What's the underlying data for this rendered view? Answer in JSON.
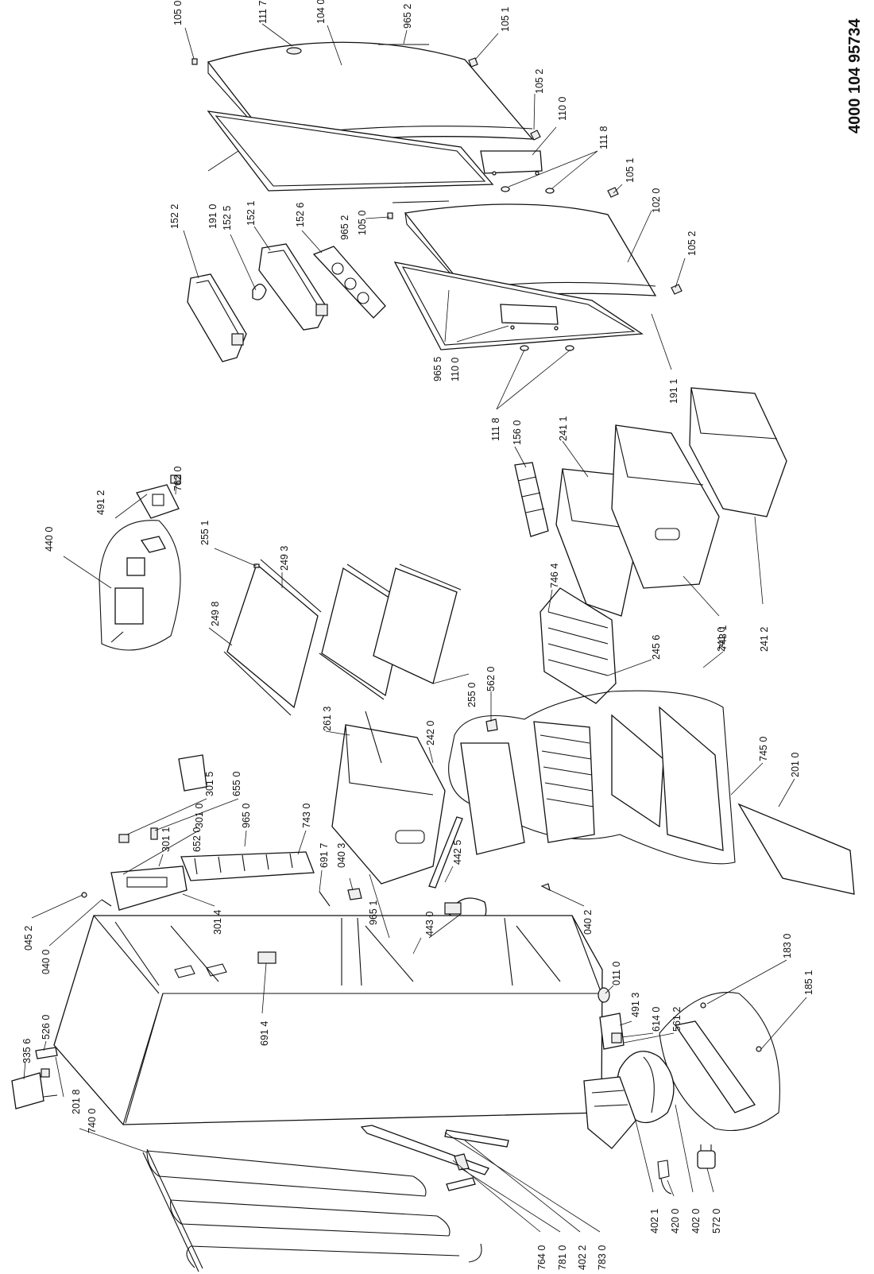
{
  "document_code": "4000 104 95734",
  "labels": {
    "l1050a": "105 0",
    "l1117": "111 7",
    "l1040": "104 0",
    "l9652a": "965 2",
    "l1051a": "105 1",
    "l1052a": "105 2",
    "l1100a": "110 0",
    "l1118a": "111 8",
    "l1910": "191 0",
    "l1051b": "105 1",
    "l1522": "152 2",
    "l1525": "152 5",
    "l1521": "152 1",
    "l1526": "152 6",
    "l9652b": "965 2",
    "l1050b": "105 0",
    "l1020": "102 0",
    "l1052b": "105 2",
    "l9655": "965 5",
    "l1100b": "110 0",
    "l1911": "191 1",
    "l1118b": "111 8",
    "l1560": "156 0",
    "l2411": "241 1",
    "l7620": "762 0",
    "l4912": "491 2",
    "l4400": "440 0",
    "l2551": "255 1",
    "l2493": "249 3",
    "l2498": "249 8",
    "l7464": "746 4",
    "l2456": "245 6",
    "l2410": "241 0",
    "l2412": "241 2",
    "l7431": "743 1",
    "l2550": "255 0",
    "l5620": "562 0",
    "l2613": "261 3",
    "l2420": "242 0",
    "l7450": "745 0",
    "l2010": "201 0",
    "l3010": "301 0",
    "l3015": "301 5",
    "l6550": "655 0",
    "l3011": "301 1",
    "l6520": "652 0",
    "l9650": "965 0",
    "l7430": "743 0",
    "l6917": "691 7",
    "l0403": "040 3",
    "l4425": "442 5",
    "l4430": "443 0",
    "l9651": "965 1",
    "l0452": "045 2",
    "l0400": "040 0",
    "l3014": "301 4",
    "l6914": "691 4",
    "l0402": "040 2",
    "l0110": "011 0",
    "l4913": "491 3",
    "l6140": "614 0",
    "l5612": "561 2",
    "l1830": "183 0",
    "l1851": "185 1",
    "l3356": "335 6",
    "l5260": "526 0",
    "l2018": "201 8",
    "l7400": "740 0",
    "l7640": "764 0",
    "l7810": "781 0",
    "l4022": "402 2",
    "l7830": "783 0",
    "l4021": "402 1",
    "l4200": "420 0",
    "l4020": "402 0",
    "l5720": "572 0"
  }
}
